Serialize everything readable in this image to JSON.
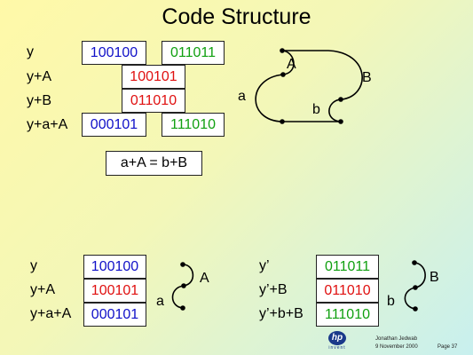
{
  "title": "Code Structure",
  "top": {
    "rows": [
      "y",
      "y+A",
      "y+B",
      "y+a+A"
    ],
    "y_left": "100100",
    "y_right": "011011",
    "yA": "100101",
    "yB": "011010",
    "yaA_left": "000101",
    "yaA_right": "111010",
    "equation": "a+A = b+B",
    "diagram_labels": {
      "A": "A",
      "B": "B",
      "a": "a",
      "b": "b"
    }
  },
  "bottom_left": {
    "rows": [
      "y",
      "y+A",
      "y+a+A"
    ],
    "values": [
      "100100",
      "100101",
      "000101"
    ],
    "labels": {
      "A": "A",
      "a": "a"
    }
  },
  "bottom_right": {
    "rows": [
      "y’",
      "y’+B",
      "y’+b+B"
    ],
    "values": [
      "011011",
      "011010",
      "111010"
    ],
    "labels": {
      "B": "B",
      "b": "b"
    }
  },
  "footer": {
    "logo_text": "hp",
    "logo_sub": "invent",
    "author": "Jonathan Jedwab",
    "date": "9 November 2000",
    "page": "Page 37"
  }
}
